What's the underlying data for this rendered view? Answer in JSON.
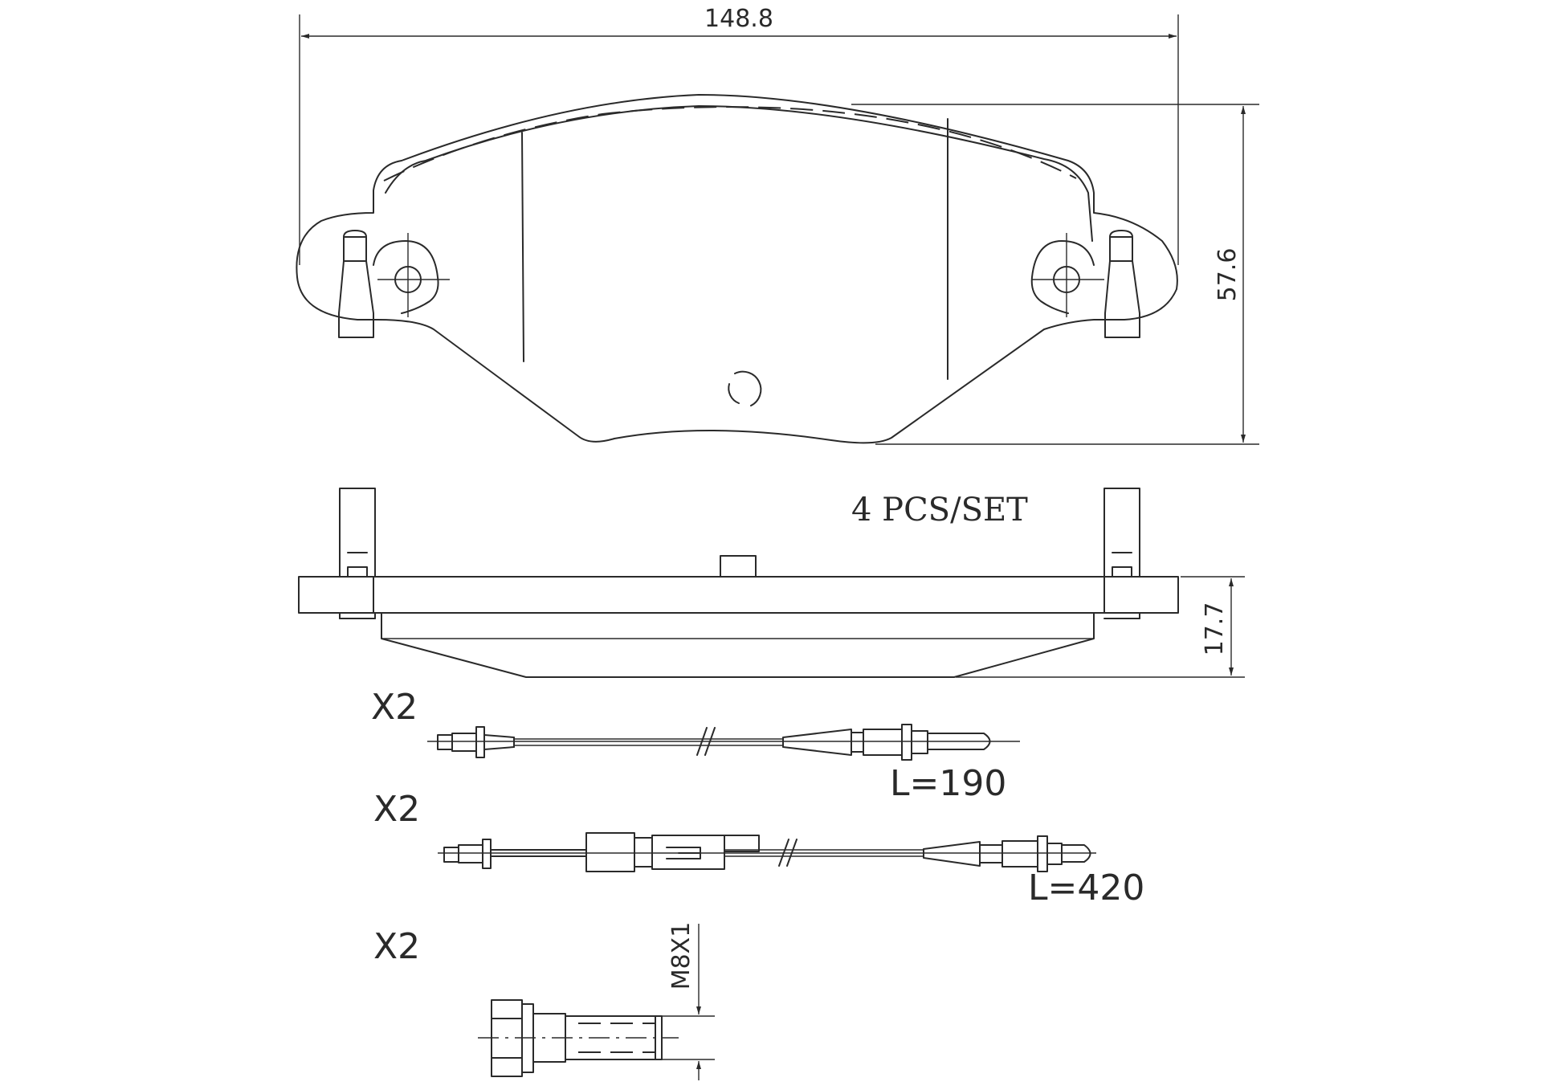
{
  "dimensions": {
    "width": "148.8",
    "height": "57.6",
    "thickness": "17.7"
  },
  "set_note": "4 PCS/SET",
  "accessories": [
    {
      "quantity": "X2",
      "length": "L=190"
    },
    {
      "quantity": "X2",
      "length": "L=420"
    },
    {
      "quantity": "X2",
      "thread": "M8X1"
    }
  ]
}
